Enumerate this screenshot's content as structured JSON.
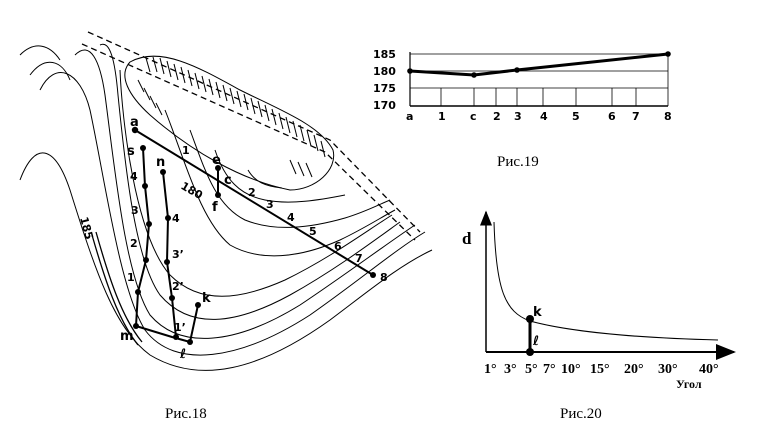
{
  "fig18": {
    "caption": "Рис.18",
    "contour_label": "185",
    "contour_label_2": "180",
    "points": {
      "a": "a",
      "s": "s",
      "n": "n",
      "e": "e",
      "c": "c",
      "f": "f",
      "k": "k",
      "l": "ℓ",
      "m": "m"
    },
    "profile_ticks": [
      "1",
      "2",
      "3",
      "4",
      "5",
      "6",
      "7",
      "8"
    ],
    "left_ticks": [
      "4",
      "3",
      "2",
      "1"
    ],
    "mid_ticks": [
      "4",
      "3’",
      "2’",
      "1’"
    ]
  },
  "fig19": {
    "caption": "Рис.19",
    "y_ticks": [
      "185",
      "180",
      "175",
      "170"
    ],
    "x_ticks": [
      "a",
      "1",
      "c",
      "2",
      "3",
      "4",
      "5",
      "6",
      "7",
      "8"
    ],
    "values": [
      180,
      179,
      180,
      181,
      182,
      183,
      184,
      185
    ]
  },
  "fig20": {
    "caption": "Рис.20",
    "y_label": "d",
    "x_label": "Угол",
    "point_k": "k",
    "point_l": "ℓ",
    "x_ticks": [
      "1°",
      "3°",
      "5°",
      "7°",
      "10°",
      "15°",
      "20°",
      "30°",
      "40°"
    ]
  }
}
